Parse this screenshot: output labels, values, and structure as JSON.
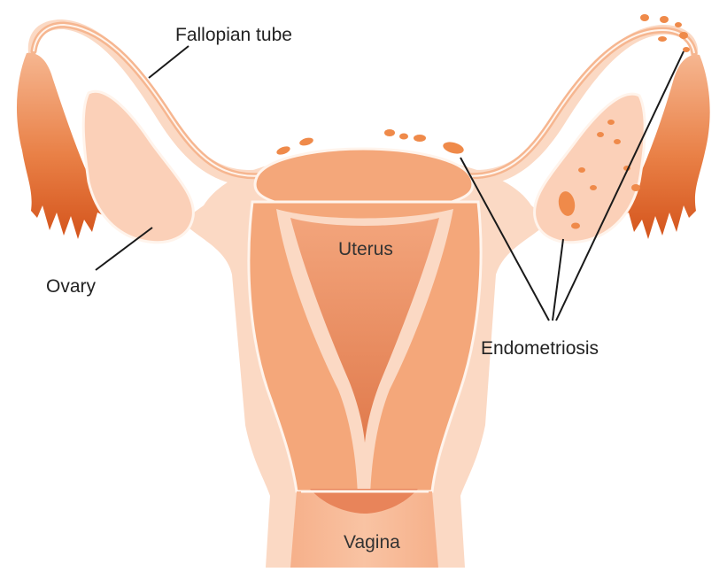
{
  "diagram": {
    "labels": {
      "fallopian_tube": "Fallopian tube",
      "ovary": "Ovary",
      "uterus": "Uterus",
      "endometriosis": "Endometriosis",
      "vagina": "Vagina"
    },
    "colors": {
      "background": "#ffffff",
      "tissue_light": "#fbd9c4",
      "tissue_mid": "#f7b38e",
      "uterus_body": "#f4a77a",
      "cavity": "#e8845a",
      "fimbria_dark": "#d95a22",
      "lesion": "#ef8a4a",
      "outline": "#fff4ec",
      "leader_line": "#1a1a1a"
    }
  }
}
